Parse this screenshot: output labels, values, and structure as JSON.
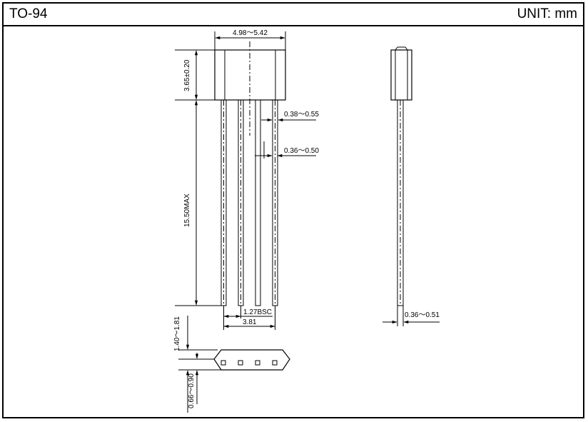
{
  "header": {
    "package": "TO-94",
    "unit": "UNIT: mm"
  },
  "dimensions": {
    "body_width": "4.98～5.42",
    "body_height": "3.65±0.20",
    "lead_length": "15.50MAX",
    "lead_width_wide": "0.38～0.55",
    "lead_width_narrow": "0.36～0.50",
    "pitch": "1.27BSC",
    "span": "3.81",
    "side_lead_thickness": "0.36～0.51",
    "bottom_height": "1.40～1.81",
    "bottom_offset": "0.66～0.90"
  },
  "colors": {
    "line": "#000000",
    "background": "#ffffff"
  }
}
